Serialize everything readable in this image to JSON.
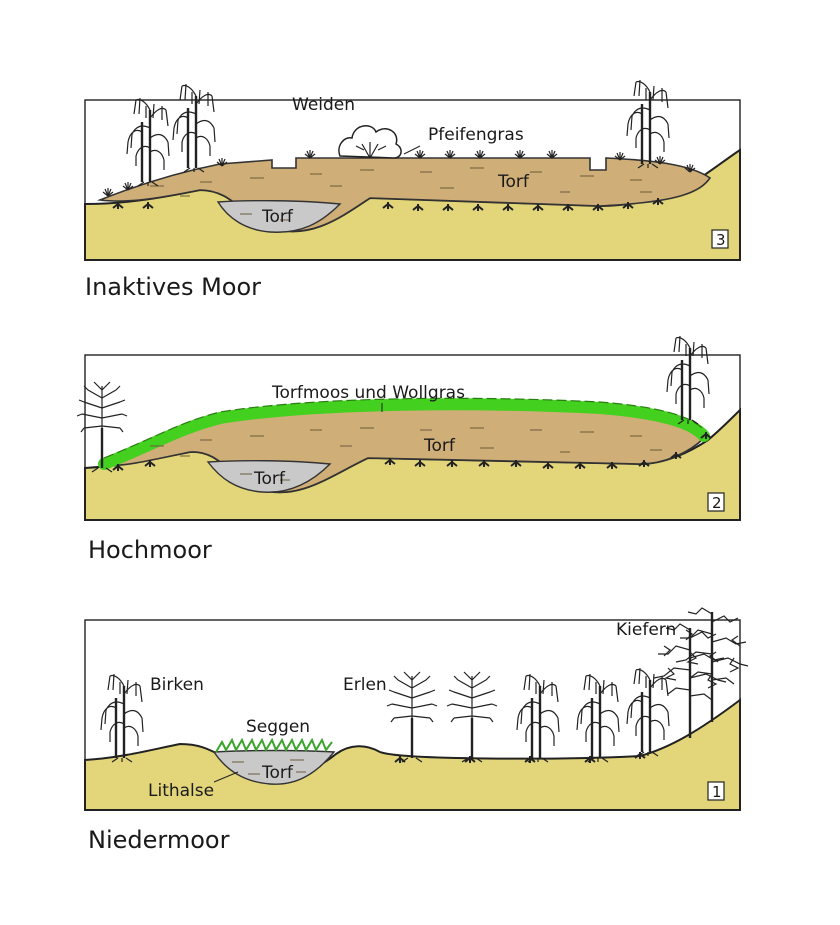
{
  "panels": [
    {
      "number": "3",
      "title": "Inaktives Moor",
      "labels": {
        "willows": "Weiden",
        "grass": "Pfeifengras",
        "peat": "Torf",
        "pond_peat": "Torf"
      }
    },
    {
      "number": "2",
      "title": "Hochmoor",
      "labels": {
        "moss": "Torfmoos und Wollgras",
        "peat": "Torf",
        "pond_peat": "Torf"
      }
    },
    {
      "number": "1",
      "title": "Niedermoor",
      "labels": {
        "birches": "Birken",
        "alders": "Erlen",
        "pines": "Kiefern",
        "sedges": "Seggen",
        "pond_peat": "Torf",
        "lithalsa": "Lithalse"
      }
    }
  ],
  "colors": {
    "ground": "#e3d67a",
    "peat": "#cfae78",
    "pond": "#c9c9c9",
    "moss": "#44d01f",
    "sedge": "#3aa52a"
  }
}
